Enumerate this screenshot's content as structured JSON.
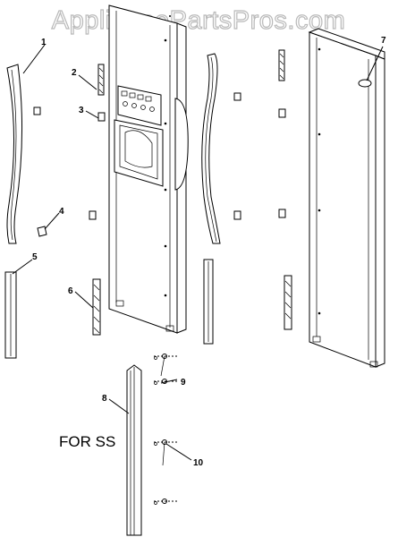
{
  "watermark": "AppliancePartsPros.com",
  "note": "FOR SS",
  "callouts": [
    "1",
    "2",
    "3",
    "4",
    "5",
    "6",
    "7",
    "8",
    "9",
    "10"
  ]
}
